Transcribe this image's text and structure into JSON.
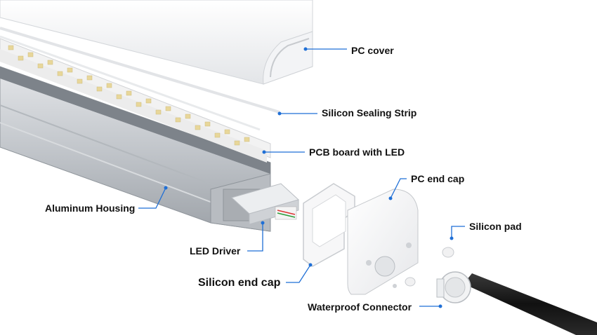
{
  "labels": {
    "pc_cover": "PC cover",
    "silicon_sealing_strip": "Silicon Sealing Strip",
    "pcb_board": "PCB board with LED",
    "pc_end_cap": "PC end cap",
    "aluminum_housing": "Aluminum Housing",
    "silicon_pad": "Silicon pad",
    "led_driver": "LED Driver",
    "silicon_end_cap": "Silicon end cap",
    "waterproof_connector": "Waterproof Connector"
  },
  "colors": {
    "callout_line": "#1f6fd6",
    "label_text": "#111111",
    "aluminum": "#c9ccd0",
    "pcb": "#f2f2f2",
    "led_chip": "#e8d79a",
    "cable": "#1a1a1a"
  }
}
